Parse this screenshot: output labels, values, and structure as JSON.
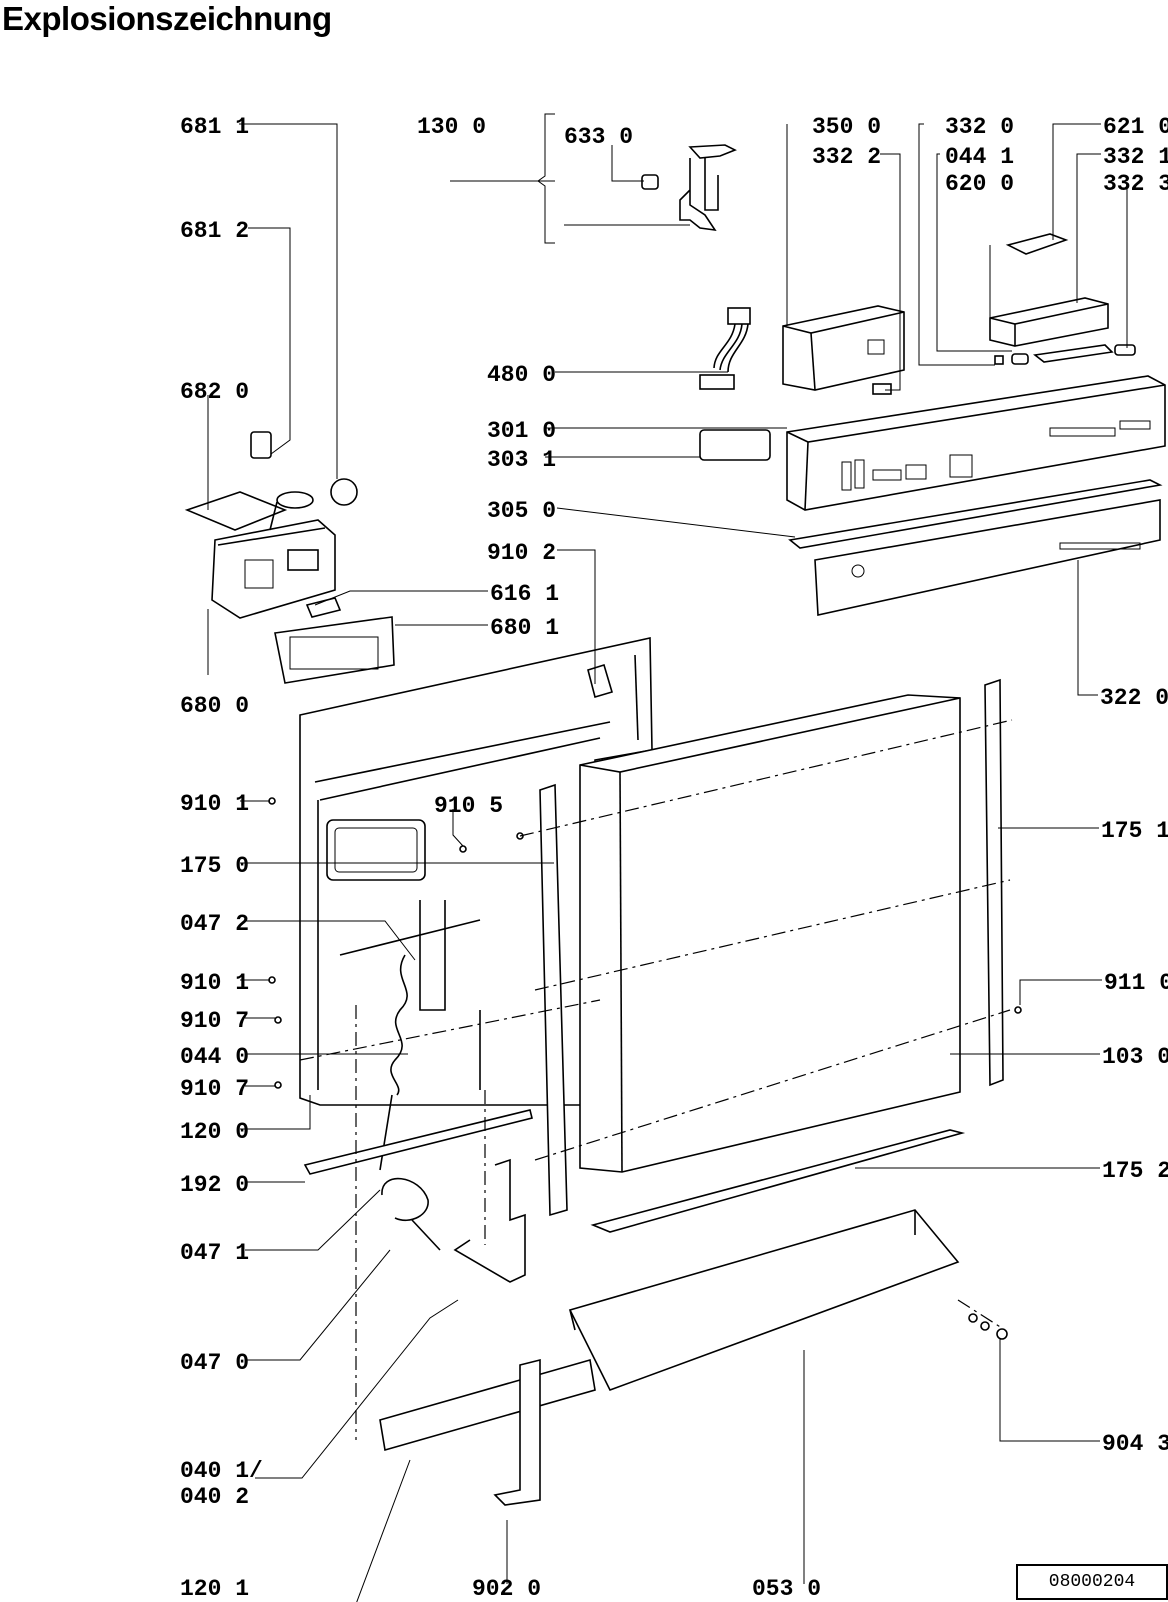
{
  "title": "Explosionszeichnung",
  "reference_number": "08000204",
  "part_labels": [
    "681 1",
    "130 0",
    "633 0",
    "350 0",
    "332 2",
    "332 0",
    "044 1",
    "620 0",
    "621 0",
    "332 1",
    "332 3",
    "681 2",
    "682 0",
    "480 0",
    "301 0",
    "303 1",
    "305 0",
    "910 2",
    "616 1",
    "680 1",
    "680 0",
    "322 0",
    "910 1",
    "910 5",
    "175 1",
    "175 0",
    "047 2",
    "910 1",
    "911 0",
    "910 7",
    "044 0",
    "103 0",
    "910 7",
    "120 0",
    "175 2",
    "192 0",
    "047 1",
    "047 0",
    "904 3",
    "040 1/",
    "040 2",
    "120 1",
    "902 0",
    "053 0"
  ]
}
